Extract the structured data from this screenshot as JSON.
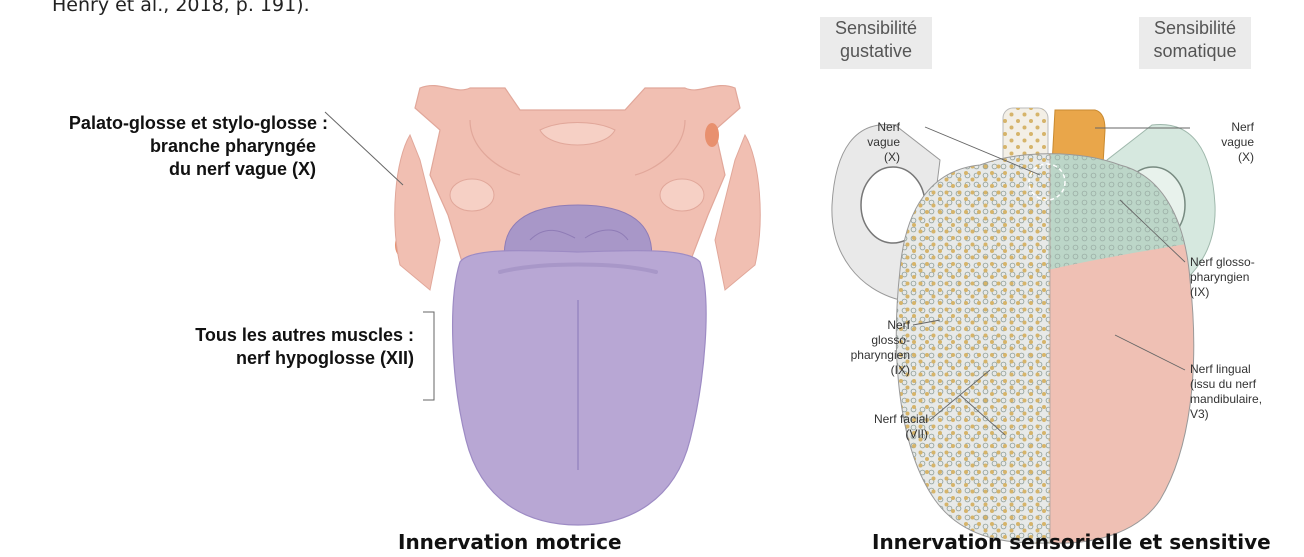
{
  "citation": "Henry et al., 2018, p. 191).",
  "motor": {
    "label_palato": [
      "Palato-glosse et stylo-glosse :",
      "branche pharyngée",
      "du nerf vague (X)"
    ],
    "label_autres": [
      "Tous les autres muscles :",
      "nerf hypoglosse (XII)"
    ],
    "caption": "Innervation motrice"
  },
  "sensory": {
    "header_left": [
      "Sensibilité",
      "gustative"
    ],
    "header_right": [
      "Sensibilité",
      "somatique"
    ],
    "vague_left": [
      "Nerf",
      "vague",
      "(X)"
    ],
    "vague_right": [
      "Nerf",
      "vague",
      "(X)"
    ],
    "glosso_right": [
      "Nerf glosso-",
      "pharyngien",
      "(IX)"
    ],
    "glosso_left": [
      "Nerf",
      "glosso-",
      "pharyngien",
      "(IX)"
    ],
    "facial": [
      "Nerf facial",
      "(VII)"
    ],
    "lingual": [
      "Nerf lingual",
      "(issu du nerf",
      "mandibulaire,",
      "V3)"
    ],
    "caption": "Innervation sensorielle et sensitive"
  },
  "colors": {
    "pharynx": "#f1bfb2",
    "tongue_motor": "#b8a7d4",
    "gustative_dots": "#d6b46a",
    "somatic_orange": "#e9a64a",
    "glosso_green": "#bcd6c8",
    "lingual_pink": "#efc0b4"
  }
}
